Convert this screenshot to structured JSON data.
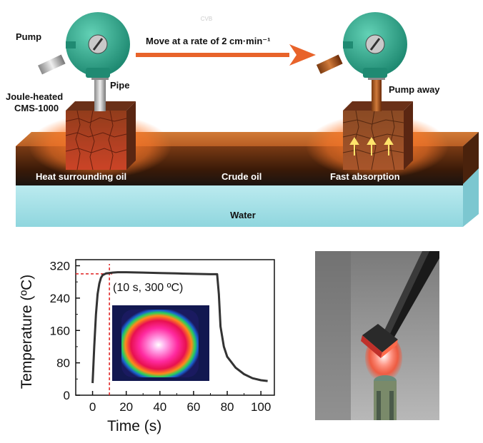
{
  "diagram": {
    "labels": {
      "pump": "Pump",
      "move": "Move at a rate of 2 cm·min⁻¹",
      "pipe": "Pipe",
      "sorbent_line1": "Joule-heated",
      "sorbent_line2": "CMS-1000",
      "pump_away": "Pump away",
      "heat": "Heat  surrounding oil",
      "crude": "Crude oil",
      "fast": "Fast absorption",
      "water": "Water",
      "faint": "CVB"
    },
    "colors": {
      "pump_body": "#2fae93",
      "arrow": "#e8632a",
      "oil_top": "#c9702e",
      "oil_front": "#5a2a10",
      "water": "#a8e4ea",
      "glow": "#ff7a2a"
    }
  },
  "chart_data": {
    "type": "line",
    "xlabel": "Time (s)",
    "ylabel": "Temperature (ºC)",
    "xlim": [
      -10,
      108
    ],
    "ylim": [
      0,
      335
    ],
    "xticks": [
      0,
      20,
      40,
      60,
      80,
      100
    ],
    "yticks": [
      0,
      80,
      160,
      240,
      320
    ],
    "grid": false,
    "annotation": "(10 s, 300 ºC)",
    "marker": {
      "x": 10,
      "y": 300
    },
    "x": [
      0,
      1,
      2,
      3,
      4,
      5,
      6,
      8,
      10,
      12,
      15,
      20,
      30,
      40,
      50,
      60,
      70,
      74,
      75,
      76,
      78,
      80,
      85,
      90,
      95,
      100,
      104
    ],
    "y": [
      30,
      120,
      200,
      250,
      276,
      290,
      297,
      301,
      302,
      303,
      304,
      304,
      303,
      302,
      301,
      300,
      299,
      299,
      250,
      170,
      120,
      95,
      68,
      52,
      42,
      37,
      35
    ],
    "line_color": "#333333",
    "marker_color": "#e02020"
  },
  "photo": {
    "description_icon": "flame-photo"
  }
}
